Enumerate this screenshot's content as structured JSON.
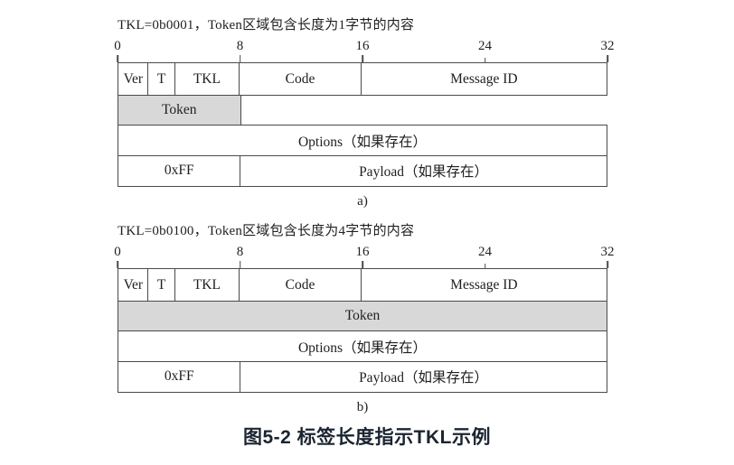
{
  "colors": {
    "line": "#4a4a4a",
    "token_fill": "#d8d8d8",
    "caption_text": "#1b2430"
  },
  "figure": {
    "caption": "图5-2 标签长度指示TKL示例"
  },
  "diagrams": [
    {
      "title": "TKL=0b0001，Token区域包含长度为1字节的内容",
      "bit_ticks": [
        "0",
        "8",
        "16",
        "24",
        "32"
      ],
      "header_fields": [
        "Ver",
        "T",
        "TKL",
        "Code",
        "Message ID"
      ],
      "token_label": "Token",
      "options_label": "Options（如果存在）",
      "payload_marker": "0xFF",
      "payload_label": "Payload（如果存在）",
      "sublabel": "a)"
    },
    {
      "title": "TKL=0b0100，Token区域包含长度为4字节的内容",
      "bit_ticks": [
        "0",
        "8",
        "16",
        "24",
        "32"
      ],
      "header_fields": [
        "Ver",
        "T",
        "TKL",
        "Code",
        "Message ID"
      ],
      "token_label": "Token",
      "options_label": "Options（如果存在）",
      "payload_marker": "0xFF",
      "payload_label": "Payload（如果存在）",
      "sublabel": "b)"
    }
  ]
}
